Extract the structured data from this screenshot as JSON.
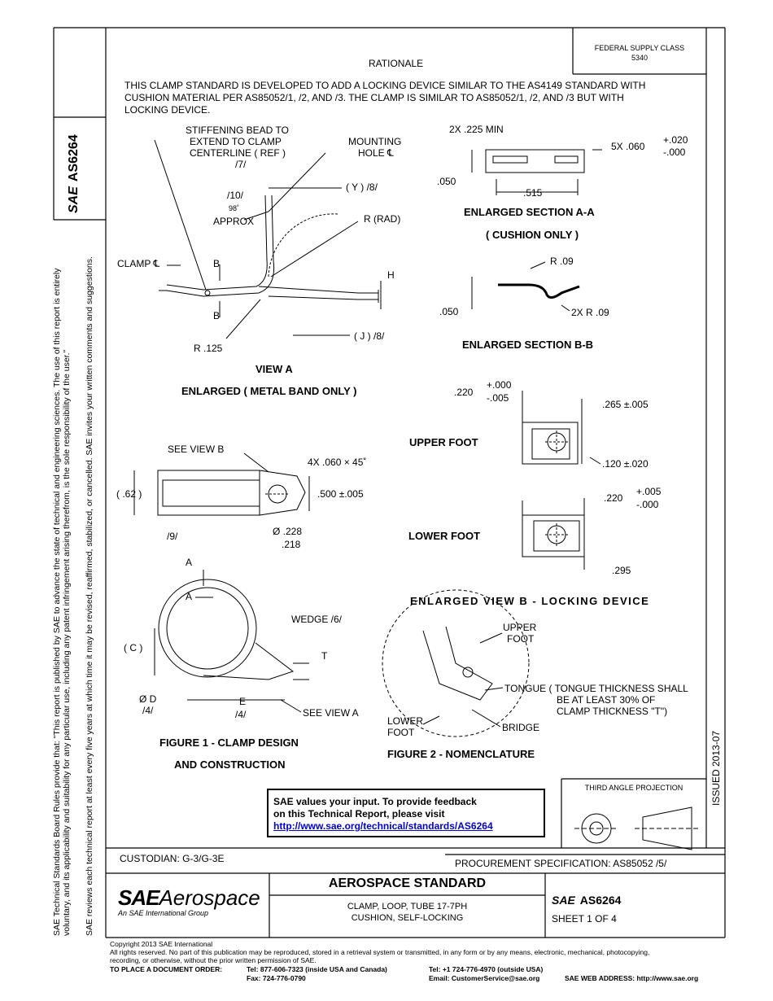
{
  "header": {
    "supply_class_label": "FEDERAL SUPPLY CLASS",
    "supply_class_value": "5340",
    "rationale_title": "RATIONALE",
    "rationale_text": [
      "THIS CLAMP STANDARD IS DEVELOPED TO ADD A LOCKING DEVICE SIMILAR TO THE AS4149 STANDARD WITH",
      "CUSHION MATERIAL PER AS85052/1, /2, AND /3. THE CLAMP IS SIMILAR TO AS85052/1, /2, AND /3 BUT WITH",
      "LOCKING DEVICE."
    ]
  },
  "side": {
    "doc_number": "AS6264",
    "logo": "SAE",
    "line1": "SAE Technical Standards Board Rules provide that: \"This report is published by SAE to advance the state of technical and engineering sciences. The use of this report is entirely",
    "line1b": "voluntary, and its applicability and suitability for any particular use, including any patent infringement arising therefrom, is the sole responsibility of the user.\"",
    "line2": "SAE reviews each technical report at least every five years at which time it may be revised, reaffirmed, stabilized, or cancelled. SAE invites your written comments and suggestions.",
    "issued": "ISSUED 2013-07"
  },
  "drawing": {
    "stiffening": [
      "STIFFENING BEAD TO",
      "EXTEND TO CLAMP",
      "CENTERLINE ( REF )",
      "/7/"
    ],
    "mounting": [
      "MOUNTING",
      "HOLE ℄"
    ],
    "y_dim": "( Y ) /8/",
    "angle": [
      "/10/",
      "98˚",
      "APPROX"
    ],
    "r_rad": "R (RAD)",
    "clamp_cl": "CLAMP ℄",
    "b1": "B",
    "b2": "B",
    "h": "H",
    "j_dim": "( J ) /8/",
    "r125": "R .125",
    "view_a": "VIEW A",
    "enlarged_metal": "ENLARGED ( METAL BAND ONLY )",
    "sec_2x": "2X .225 MIN",
    "sec_5x": "5X .060",
    "sec_tol_plus": "+.020",
    "sec_tol_minus": "-.000",
    "sec_050": ".050",
    "sec_515": ".515",
    "section_aa": "ENLARGED SECTION A-A",
    "cushion_only": "( CUSHION ONLY )",
    "bb_r09": "R .09",
    "bb_050": ".050",
    "bb_2x": "2X R .09",
    "section_bb": "ENLARGED SECTION B-B",
    "uf_220": ".220",
    "uf_tol_plus": "+.000",
    "uf_tol_minus": "-.005",
    "uf_265": ".265 ±.005",
    "upper_foot": "UPPER FOOT",
    "uf_120": ".120 ±.020",
    "see_view_b": "SEE VIEW B",
    "chamfer": "4X .060 × 45˚",
    "dim_62": "( .62 )",
    "dim_500": ".500 ±.005",
    "note9": "/9/",
    "dia_228": "Ø .228",
    "dia_218": ".218",
    "lf_220": ".220",
    "lf_tol_plus": "+.005",
    "lf_tol_minus": "-.000",
    "lower_foot": "LOWER FOOT",
    "lf_295": ".295",
    "view_b_title": "ENLARGED VIEW B - LOCKING DEVICE",
    "a1": "A",
    "a2": "A",
    "wedge": "WEDGE /6/",
    "c_dim": "( C )",
    "t_dim": "T",
    "d_dim": "Ø D",
    "d_note": "/4/",
    "e_dim": "E",
    "e_note": "/4/",
    "see_view_a": "SEE VIEW A",
    "fig1": [
      "FIGURE 1 - CLAMP DESIGN",
      "AND CONSTRUCTION"
    ],
    "upper_foot_lbl": [
      "UPPER",
      "FOOT"
    ],
    "tongue": [
      "TONGUE ( TONGUE THICKNESS SHALL",
      "BE AT LEAST 30% OF",
      "CLAMP THICKNESS \"T\")"
    ],
    "lower_foot_lbl": [
      "LOWER",
      "FOOT"
    ],
    "bridge": "BRIDGE",
    "fig2": "FIGURE 2 - NOMENCLATURE"
  },
  "feedback": {
    "line1": "SAE values your input. To provide feedback",
    "line2": "on this Technical Report, please visit",
    "link": "http://www.sae.org/technical/standards/AS6264"
  },
  "projection": "THIRD ANGLE PROJECTION",
  "title_block": {
    "custodian": "CUSTODIAN: G-3/G-3E",
    "procurement": "PROCUREMENT SPECIFICATION: AS85052 /5/",
    "logo_sae": "SAE",
    "logo_aero": "Aerospace",
    "logo_sub": "An SAE International Group",
    "title": "AEROSPACE STANDARD",
    "desc1": "CLAMP, LOOP, TUBE 17-7PH",
    "desc2": "CUSHION, SELF-LOCKING",
    "doc_logo": "SAE",
    "doc_number": "AS6264",
    "sheet": "SHEET 1 OF 4"
  },
  "footer": {
    "copyright": "Copyright 2013 SAE International",
    "rights1": "All rights reserved. No part of this publication may be reproduced, stored in a retrieval system or transmitted, in any form or by any means, electronic, mechanical, photocopying,",
    "rights2": "recording, or otherwise, without the prior written permission of SAE.",
    "order_label": "TO PLACE A DOCUMENT ORDER:",
    "tel1": "Tel: 877-606-7323 (inside USA and Canada)",
    "fax": "Fax: 724-776-0790",
    "tel2": "Tel: +1 724-776-4970 (outside USA)",
    "email": "Email: CustomerService@sae.org",
    "web": "SAE WEB ADDRESS: http://www.sae.org"
  }
}
